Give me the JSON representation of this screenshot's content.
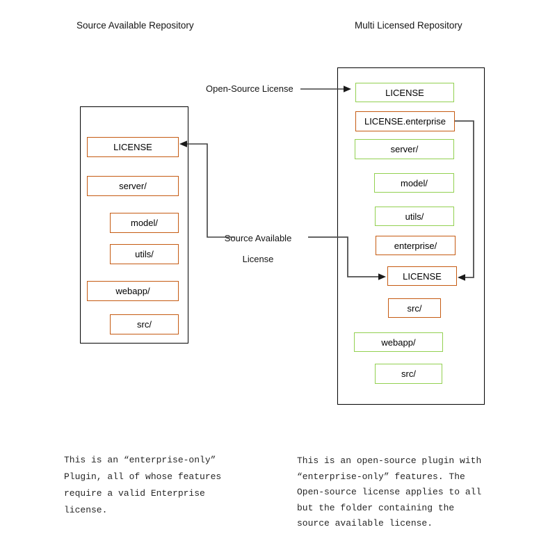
{
  "diagram": {
    "left_title": "Source Available Repository",
    "right_title": "Multi Licensed Repository",
    "left_repo": {
      "items": [
        {
          "label": "LICENSE",
          "license": "source-available"
        },
        {
          "label": "server/",
          "license": "source-available"
        },
        {
          "label": "model/",
          "license": "source-available"
        },
        {
          "label": "utils/",
          "license": "source-available"
        },
        {
          "label": "webapp/",
          "license": "source-available"
        },
        {
          "label": "src/",
          "license": "source-available"
        }
      ]
    },
    "right_repo": {
      "items": [
        {
          "label": "LICENSE",
          "license": "open-source"
        },
        {
          "label": "LICENSE.enterprise",
          "license": "source-available"
        },
        {
          "label": "server/",
          "license": "open-source"
        },
        {
          "label": "model/",
          "license": "open-source"
        },
        {
          "label": "utils/",
          "license": "open-source"
        },
        {
          "label": "enterprise/",
          "license": "source-available"
        },
        {
          "label": "LICENSE",
          "license": "source-available"
        },
        {
          "label": "src/",
          "license": "source-available"
        },
        {
          "label": "webapp/",
          "license": "open-source"
        },
        {
          "label": "src/",
          "license": "open-source"
        }
      ]
    },
    "labels": {
      "open_source": "Open-Source License",
      "source_available": "Source Available\nLicense"
    },
    "notes": {
      "left": "This is an “enterprise-only”\nPlugin, all of whose features\nrequire a valid Enterprise license.",
      "right": "This is an open-source plugin with\n“enterprise-only” features. The\nOpen-source license applies to all\nbut the folder containing the\nsource available license."
    },
    "colors": {
      "source_available_border": "#C55A11",
      "open_source_border": "#92D050",
      "repo_border": "#000000",
      "connector": "#404040"
    }
  }
}
